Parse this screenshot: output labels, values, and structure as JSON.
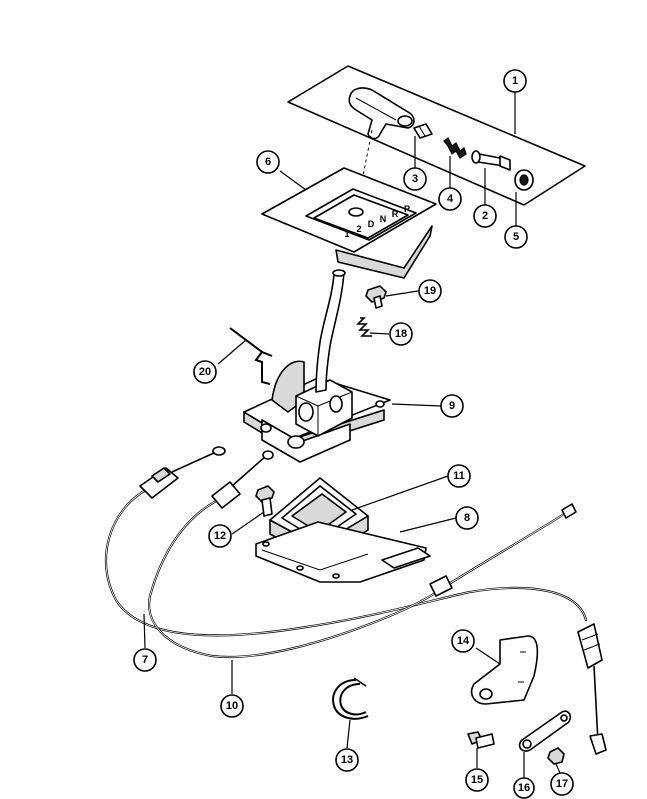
{
  "diagram": {
    "callouts": [
      {
        "id": "1",
        "label": "1"
      },
      {
        "id": "2",
        "label": "2"
      },
      {
        "id": "3",
        "label": "3"
      },
      {
        "id": "4",
        "label": "4"
      },
      {
        "id": "5",
        "label": "5"
      },
      {
        "id": "6",
        "label": "6"
      },
      {
        "id": "7",
        "label": "7"
      },
      {
        "id": "8",
        "label": "8"
      },
      {
        "id": "9",
        "label": "9"
      },
      {
        "id": "10",
        "label": "10"
      },
      {
        "id": "11",
        "label": "11"
      },
      {
        "id": "12",
        "label": "12"
      },
      {
        "id": "13",
        "label": "13"
      },
      {
        "id": "14",
        "label": "14"
      },
      {
        "id": "15",
        "label": "15"
      },
      {
        "id": "16",
        "label": "16"
      },
      {
        "id": "17",
        "label": "17"
      },
      {
        "id": "18",
        "label": "18"
      },
      {
        "id": "19",
        "label": "19"
      },
      {
        "id": "20",
        "label": "20"
      }
    ],
    "gate_letters": [
      "1",
      "2",
      "D",
      "N",
      "R",
      "P"
    ]
  }
}
